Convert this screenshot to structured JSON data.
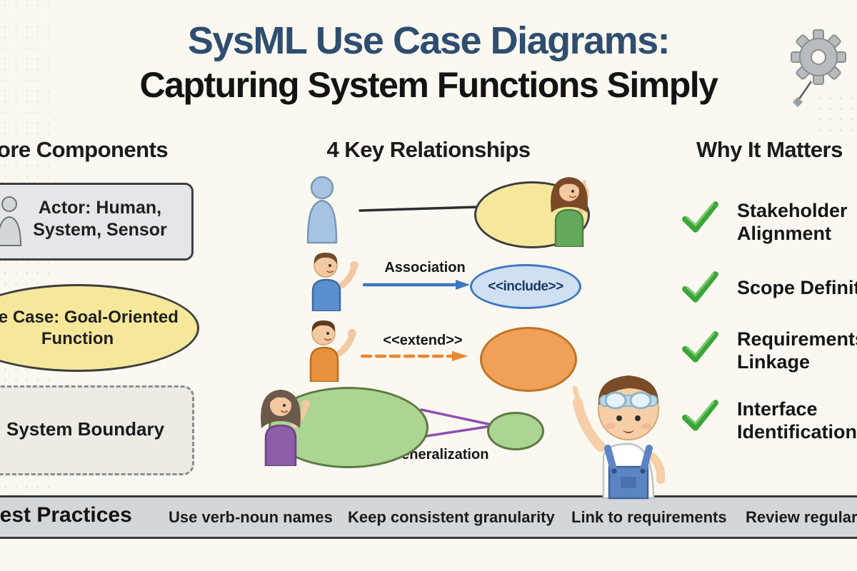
{
  "title": {
    "line1": "SysML Use Case Diagrams:",
    "line2": "Capturing System Functions Simply"
  },
  "core_components": {
    "heading": "Core Components",
    "actor_label": "Actor: Human, System, Sensor",
    "use_case_label": "Use Case: Goal-Oriented Function",
    "system_boundary_label": "System Boundary"
  },
  "relationships": {
    "heading": "4 Key Relationships",
    "association_label": "Association",
    "include_stereotype": "<<include>>",
    "extend_stereotype": "<<extend>>",
    "generalization_label": "Generalization"
  },
  "why_it_matters": {
    "heading": "Why It Matters",
    "items": [
      "Stakeholder Alignment",
      "Scope Definition",
      "Requirements Linkage",
      "Interface Identification"
    ]
  },
  "best_practices": {
    "heading": "Best Practices",
    "items": [
      "Use verb-noun names",
      "Keep consistent granularity",
      "Link to requirements",
      "Review regularly"
    ]
  },
  "icons": {
    "gear": "gear-icon",
    "checkmark": "checkmark-icon",
    "actor": "actor-icon",
    "actor_silhouette": "actor-silhouette-icon"
  },
  "colors": {
    "background": "#faf8f0",
    "title_blue": "#2e4d70",
    "text_dark": "#161616",
    "component_gray_fill": "#e4e6e9",
    "use_case_yellow": "#f6e89b",
    "association_blue": "#3e77c2",
    "include_fill": "#cfe0f3",
    "extend_orange": "#e8882f",
    "extend_fill": "#f0a057",
    "generalization_purple": "#8e4fb0",
    "generalization_green": "#acd492",
    "check_green": "#3aa63a",
    "bar_gray": "#d4d7da"
  }
}
